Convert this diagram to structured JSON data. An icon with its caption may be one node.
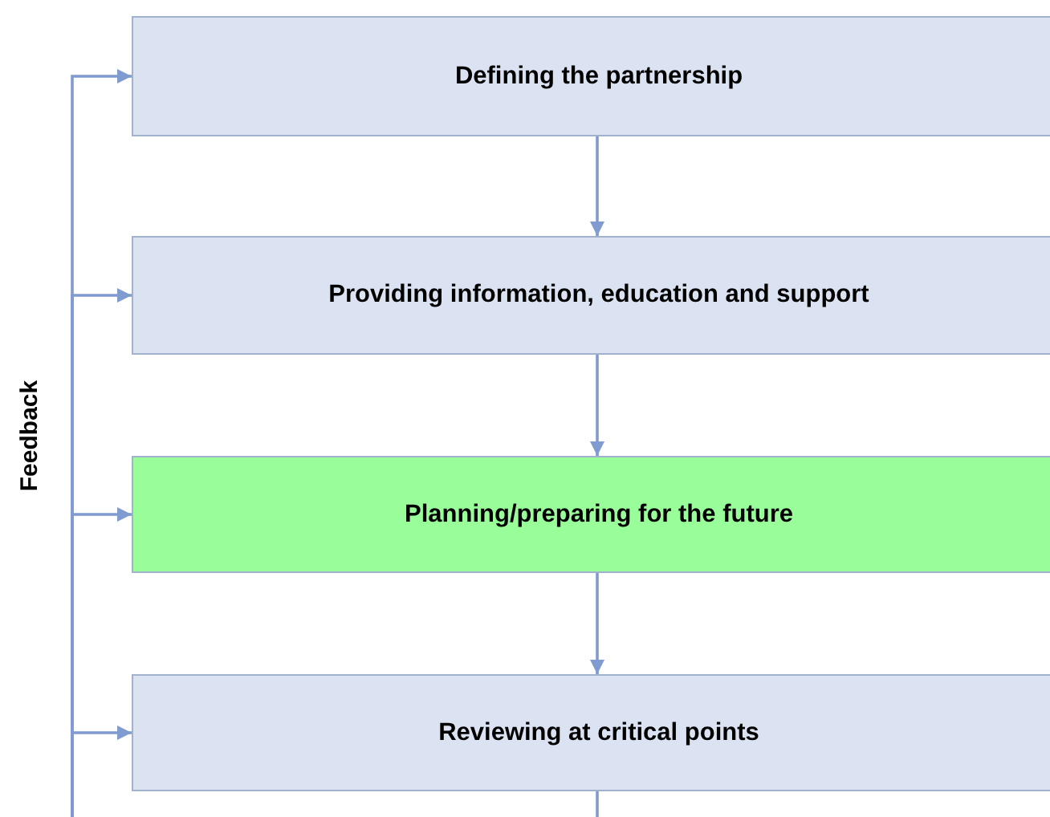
{
  "diagram": {
    "nodes": [
      {
        "text": [
          "Defining the partnership"
        ]
      },
      {
        "text": [
          "Providing information, education and support"
        ]
      },
      {
        "text": [
          "Planning/preparing for the future"
        ]
      },
      {
        "text": [
          "Reviewing at critical points"
        ]
      }
    ],
    "edges": [
      {
        "from": 0,
        "to": 1,
        "arrow": "to"
      },
      {
        "from": 1,
        "to": 2,
        "arrow": "to"
      },
      {
        "from": 2,
        "to": 3,
        "arrow": "to"
      },
      {
        "from": 3,
        "to": null,
        "arrow": "none"
      },
      {
        "from": null,
        "to": 0,
        "arrow": "to"
      },
      {
        "from": null,
        "to": 1,
        "arrow": "to"
      },
      {
        "from": null,
        "to": 2,
        "arrow": "to"
      },
      {
        "from": null,
        "to": 3,
        "arrow": "to"
      }
    ],
    "labels": [
      "Feedback"
    ]
  }
}
